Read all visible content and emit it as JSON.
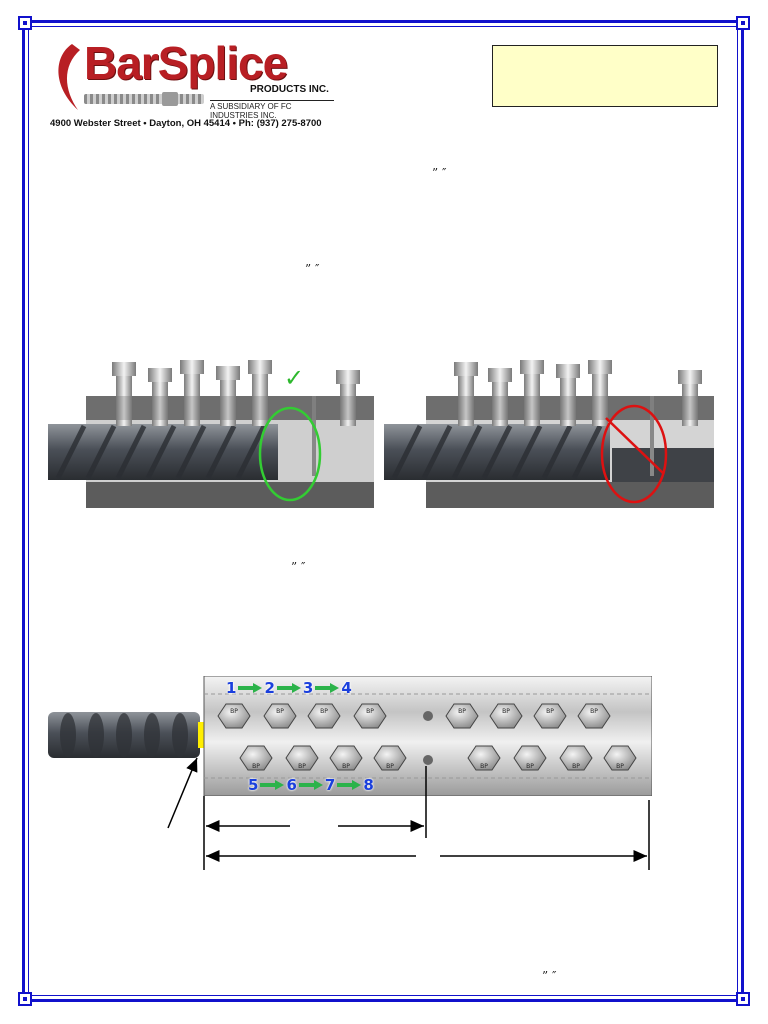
{
  "company": {
    "name": "BarSplice",
    "products_label": "PRODUCTS INC.",
    "subsidiary": "A SUBSIDIARY OF FC INDUSTRIES INC.",
    "address": "4900 Webster Street • Dayton, OH 45414 • Ph: (937) 275-8700"
  },
  "quote_marks": {
    "q1": "”     ″",
    "q2": "”    ″",
    "q3": "”  ″",
    "q4": "”    ″"
  },
  "figure1": {
    "check_mark": "✓",
    "good_marker_color": "#33cc33",
    "bad_marker_color": "#dd1111"
  },
  "figure2": {
    "steps_top": [
      "1",
      "2",
      "3",
      "4"
    ],
    "steps_bottom": [
      "5",
      "6",
      "7",
      "8"
    ],
    "bolt_head_top": "BP",
    "bolt_head_bottom": "BP",
    "arrow_color": "#2bb34a",
    "number_color": "#1a3fdd",
    "bar_end_marker_color": "#ffee00"
  }
}
